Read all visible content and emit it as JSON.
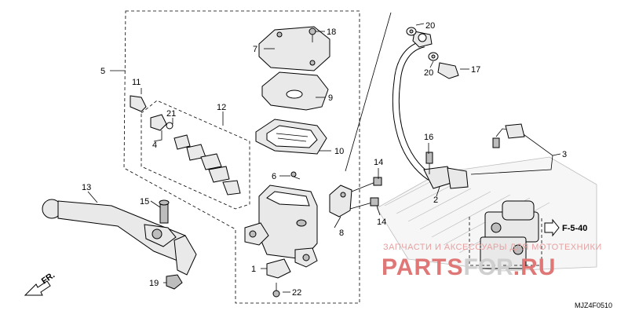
{
  "diagram": {
    "callouts": {
      "p1": "1",
      "p2": "2",
      "p3": "3",
      "p4": "4",
      "p5": "5",
      "p6": "6",
      "p7": "7",
      "p8": "8",
      "p9": "9",
      "p10": "10",
      "p11": "11",
      "p12": "12",
      "p13": "13",
      "p14a": "14",
      "p14b": "14",
      "p15": "15",
      "p16": "16",
      "p17": "17",
      "p18": "18",
      "p19": "19",
      "p20a": "20",
      "p20b": "20",
      "p21": "21",
      "p22": "22"
    },
    "ref_label": "F-5-40",
    "direction_label": "FR.",
    "diagram_code": "MJZ4F0510",
    "watermark": {
      "line1": "ЗАПЧАСТИ И АКСЕССУАРЫ ДЛЯ МОТОТЕХНИКИ",
      "brand_left": "PARTS",
      "brand_mid": "FOR",
      "brand_right": ".RU"
    }
  }
}
